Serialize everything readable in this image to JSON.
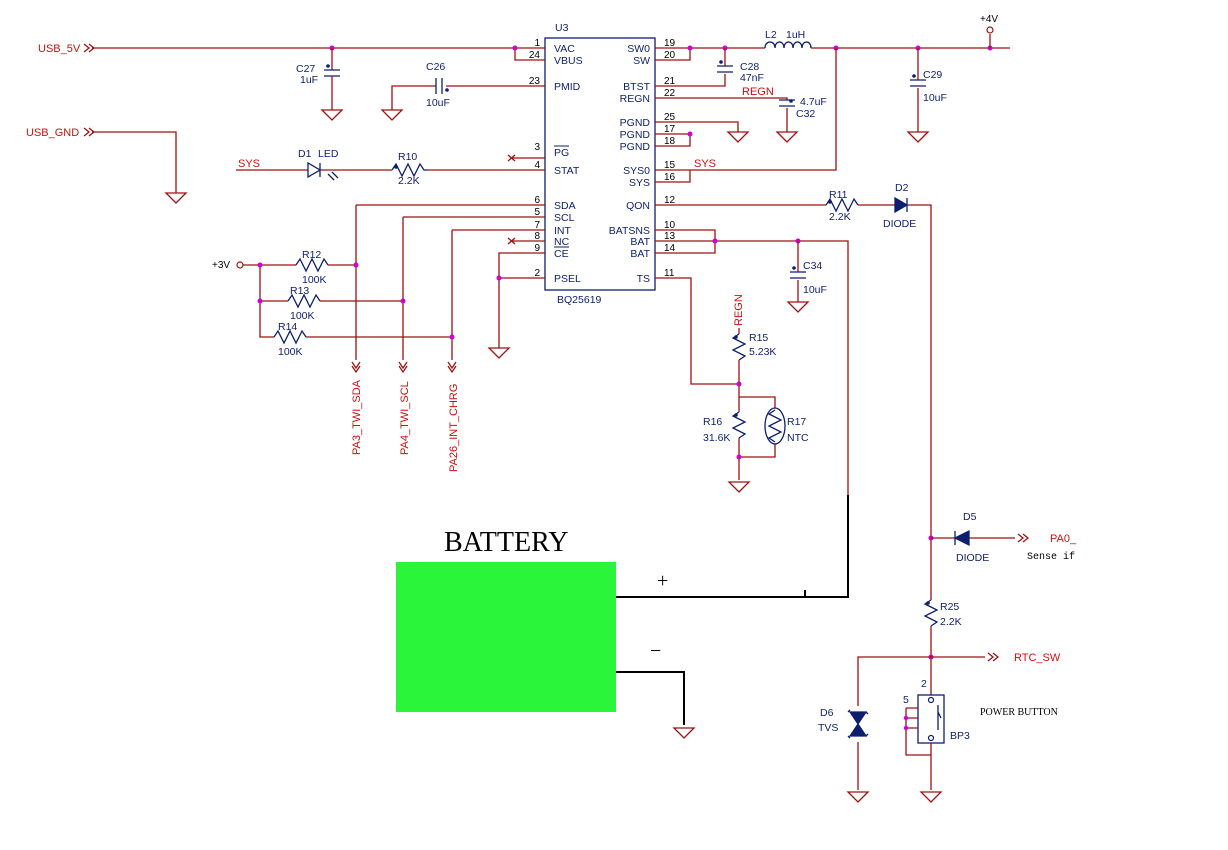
{
  "ic": {
    "ref": "U3",
    "part": "BQ25619",
    "left_pins": [
      {
        "num": "1",
        "name": "VAC"
      },
      {
        "num": "24",
        "name": "VBUS"
      },
      {
        "num": "23",
        "name": "PMID"
      },
      {
        "num": "3",
        "name": "PG"
      },
      {
        "num": "4",
        "name": "STAT"
      },
      {
        "num": "6",
        "name": "SDA"
      },
      {
        "num": "5",
        "name": "SCL"
      },
      {
        "num": "7",
        "name": "INT"
      },
      {
        "num": "8",
        "name": "NC"
      },
      {
        "num": "9",
        "name": "CE"
      },
      {
        "num": "2",
        "name": "PSEL"
      }
    ],
    "right_pins": [
      {
        "num": "19",
        "name": "SW0"
      },
      {
        "num": "20",
        "name": "SW"
      },
      {
        "num": "21",
        "name": "BTST"
      },
      {
        "num": "22",
        "name": "REGN"
      },
      {
        "num": "25",
        "name": "PGND"
      },
      {
        "num": "17",
        "name": "PGND"
      },
      {
        "num": "18",
        "name": "PGND"
      },
      {
        "num": "15",
        "name": "SYS0"
      },
      {
        "num": "16",
        "name": "SYS"
      },
      {
        "num": "12",
        "name": "QON"
      },
      {
        "num": "10",
        "name": "BATSNS"
      },
      {
        "num": "13",
        "name": "BAT"
      },
      {
        "num": "14",
        "name": "BAT"
      },
      {
        "num": "11",
        "name": "TS"
      }
    ]
  },
  "nets": {
    "usb_5v": "USB_5V",
    "usb_gnd": "USB_GND",
    "sys": "SYS",
    "sys_right": "SYS",
    "regn_top": "REGN",
    "regn_r15": "REGN",
    "plus4v": "+4V",
    "plus3v": "+3V",
    "pa3": "PA3_TWI_SDA",
    "pa4": "PA4_TWI_SCL",
    "pa26": "PA26_INT_CHRG",
    "pa0": "PA0_",
    "rtc_sw": "RTC_SW"
  },
  "components": {
    "c27": {
      "ref": "C27",
      "val": "1uF"
    },
    "c26": {
      "ref": "C26",
      "val": "10uF"
    },
    "c28": {
      "ref": "C28",
      "val": "47nF"
    },
    "c29": {
      "ref": "C29",
      "val": "10uF"
    },
    "c32": {
      "ref": "C32",
      "val": "4.7uF"
    },
    "c34": {
      "ref": "C34",
      "val": "10uF"
    },
    "l2": {
      "ref": "L2",
      "val": "1uH"
    },
    "d1": {
      "ref": "D1",
      "val": "LED"
    },
    "r10": {
      "ref": "R10",
      "val": "2.2K"
    },
    "r11": {
      "ref": "R11",
      "val": "2.2K"
    },
    "d2": {
      "ref": "D2",
      "val": "DIODE"
    },
    "r12": {
      "ref": "R12",
      "val": "100K"
    },
    "r13": {
      "ref": "R13",
      "val": "100K"
    },
    "r14": {
      "ref": "R14",
      "val": "100K"
    },
    "r15": {
      "ref": "R15",
      "val": "5.23K"
    },
    "r16": {
      "ref": "R16",
      "val": "31.6K"
    },
    "r17": {
      "ref": "R17",
      "val": "NTC"
    },
    "d5": {
      "ref": "D5",
      "val": "DIODE"
    },
    "r25": {
      "ref": "R25",
      "val": "2.2K"
    },
    "d6": {
      "ref": "D6",
      "val": "TVS"
    },
    "bp3": {
      "ref": "BP3",
      "val": "POWER BUTTON",
      "pin_top": "2",
      "pin_side": "5"
    }
  },
  "battery": {
    "label": "BATTERY",
    "plus": "+",
    "minus": "−",
    "color": "#2af53a"
  },
  "notes": {
    "sense": "Sense if"
  },
  "colors": {
    "wire": "#a01010",
    "component": "#0d1e6e",
    "junction": "#d100d1",
    "net_label": "#cc1010"
  }
}
